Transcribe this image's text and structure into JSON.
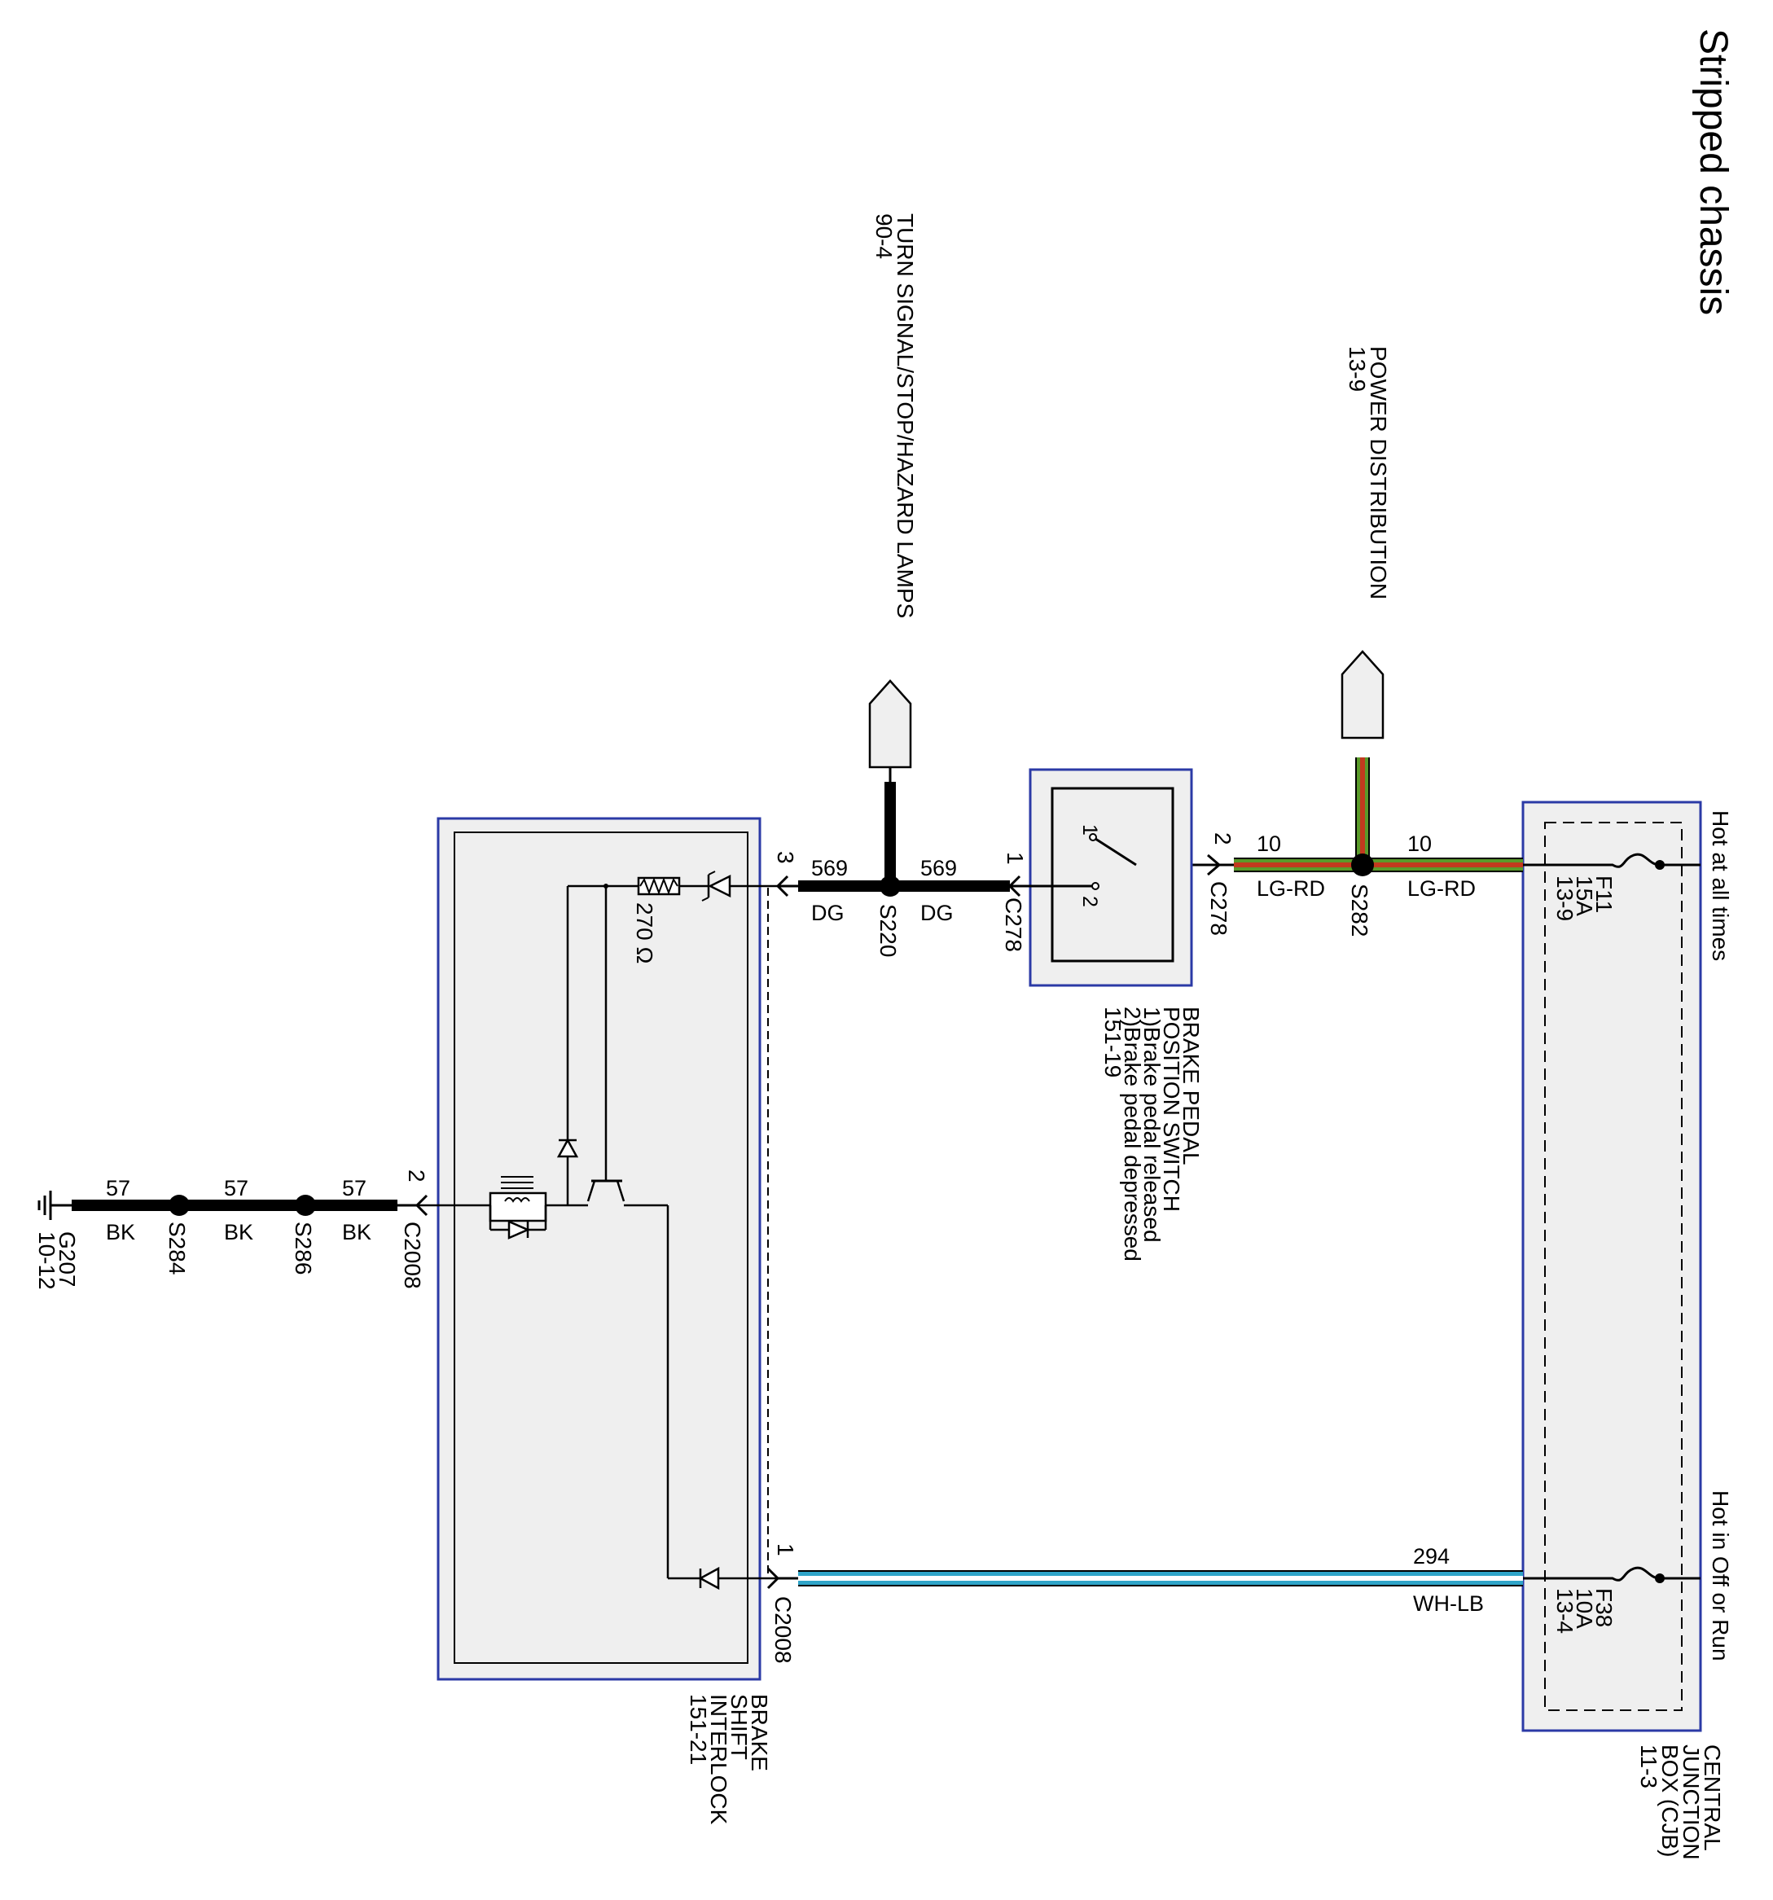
{
  "title": "Stripped chassis",
  "colors": {
    "module_border": "#2b3aa6",
    "module_fill": "#efefef",
    "lg": "#5a9a2a",
    "rd": "#c23a1e",
    "wh": "#ffffff",
    "lb": "#2fa4c8",
    "black": "#000000"
  },
  "references": {
    "turn_signal": {
      "label": "TURN SIGNAL/STOP/HAZARD LAMPS",
      "page": "90-4"
    },
    "power_dist": {
      "label": "POWER DISTRIBUTION",
      "page": "13-9"
    }
  },
  "cjb": {
    "lines": [
      "CENTRAL",
      "JUNCTION",
      "BOX (CJB)",
      "11-3"
    ],
    "hot_always": "Hot at all times",
    "hot_run": "Hot in Off or Run",
    "fuse1": {
      "name": "F11",
      "rating": "15A",
      "page": "13-9"
    },
    "fuse2": {
      "name": "F38",
      "rating": "10A",
      "page": "13-4"
    }
  },
  "brake_switch": {
    "lines": [
      "BRAKE PEDAL",
      "POSITION SWITCH",
      "1)Brake pedal released",
      "2)Brake pedal depressed",
      "151-19"
    ],
    "pin1": "1",
    "pin2": "2"
  },
  "interlock": {
    "lines": [
      "BRAKE",
      "SHIFT",
      "INTERLOCK",
      "151-21"
    ],
    "resistor": "270 Ω"
  },
  "wires": {
    "w10a": {
      "circuit": "10",
      "color": "LG-RD"
    },
    "w10b": {
      "circuit": "10",
      "color": "LG-RD"
    },
    "w569a": {
      "circuit": "569",
      "color": "DG"
    },
    "w569b": {
      "circuit": "569",
      "color": "DG"
    },
    "w294": {
      "circuit": "294",
      "color": "WH-LB"
    },
    "w57a": {
      "circuit": "57",
      "color": "BK"
    },
    "w57b": {
      "circuit": "57",
      "color": "BK"
    },
    "w57c": {
      "circuit": "57",
      "color": "BK"
    }
  },
  "connectors": {
    "c278_right": {
      "name": "C278",
      "pin": "2"
    },
    "c278_left": {
      "name": "C278",
      "pin": "1"
    },
    "c2008_top": {
      "name": "",
      "pin": "3"
    },
    "c2008_bottom": {
      "name": "C2008",
      "pin": "1"
    },
    "c2008_ground": {
      "name": "C2008",
      "pin": "2"
    }
  },
  "splices": {
    "s282": "S282",
    "s220": "S220",
    "s286": "S286",
    "s284": "S284"
  },
  "ground": {
    "name": "G207",
    "page": "10-12"
  }
}
